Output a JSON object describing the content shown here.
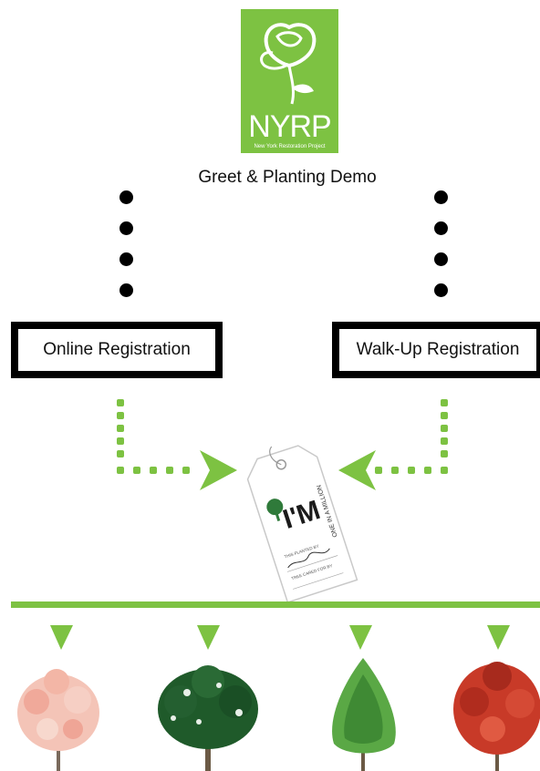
{
  "logo": {
    "wordmark": "NYRP",
    "subtitle": "New York Restoration Project",
    "color": "#7dc242"
  },
  "title": "Greet & Planting Demo",
  "boxes": {
    "online": "Online Registration",
    "walkup": "Walk-Up Registration"
  },
  "tag": {
    "headline": "I'M",
    "subline": "ONE IN A MILLION",
    "small_line_1": "THIS PLANTED BY",
    "small_line_2": "TREE CARED FOR BY"
  },
  "colors": {
    "accent": "#7dc242",
    "box_border": "#000000",
    "tree_pink": "#f4b7a8",
    "tree_darkgreen": "#1f5a2a",
    "tree_green": "#5aa845",
    "tree_red": "#c83a28"
  },
  "icons": [
    "rose-icon",
    "tag-icon",
    "arrow-down-icon",
    "tree-icon"
  ]
}
